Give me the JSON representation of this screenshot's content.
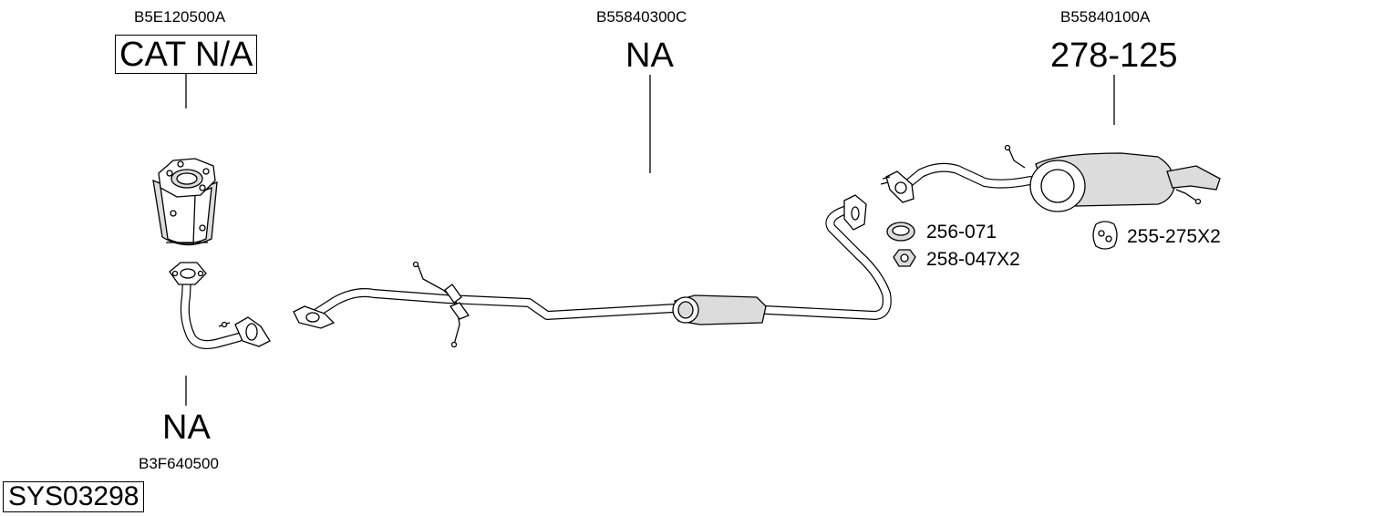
{
  "diagram_id": "SYS03298",
  "parts": {
    "catalytic": {
      "oe_code": "B5E120500A",
      "part_no": "CAT N/A"
    },
    "front_pipe": {
      "oe_code": "B3F640500",
      "part_no": "NA"
    },
    "centre_section": {
      "oe_code": "B55840300C",
      "part_no": "NA"
    },
    "rear_silencer": {
      "oe_code": "B55840100A",
      "part_no": "278-125"
    }
  },
  "accessories": [
    {
      "part_no": "256-071",
      "icon": "gasket-ring-icon"
    },
    {
      "part_no": "258-047X2",
      "icon": "hex-nut-icon"
    },
    {
      "part_no": "255-275X2",
      "icon": "rubber-hanger-icon"
    }
  ]
}
